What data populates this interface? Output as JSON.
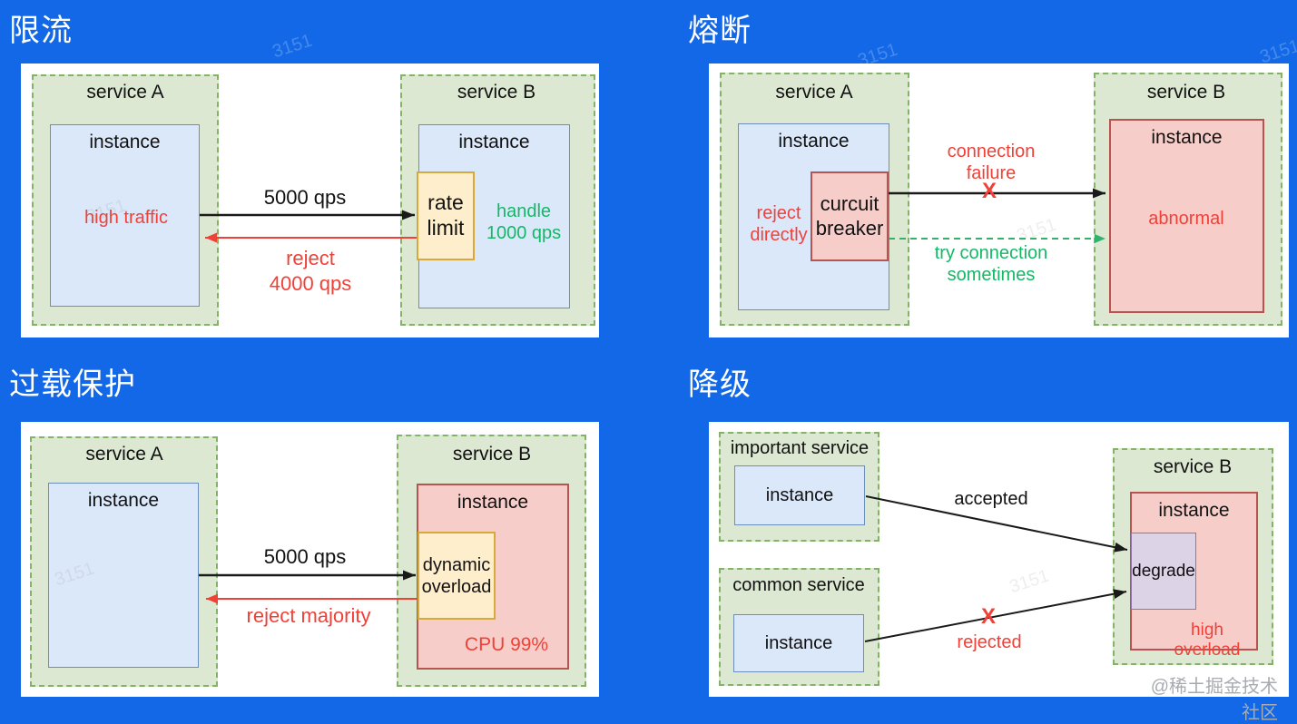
{
  "colors": {
    "background": "#1268e6",
    "container_green_fill": "#dce8d2",
    "container_green_stroke": "#82b366",
    "box_blue_fill": "#dbe8fa",
    "box_blue_stroke": "#6c8ebf",
    "box_pink_fill": "#f7cdca",
    "box_pink_stroke": "#b85450",
    "box_yellow_fill": "#ffeecb",
    "box_yellow_stroke": "#d7a93c",
    "box_purple_fill": "#ddd3e7",
    "box_purple_stroke": "#9673a6",
    "red_accent": "#f04138",
    "green_accent": "#14b866"
  },
  "rate_limiting": {
    "title": "限流",
    "service_a": {
      "label": "service A",
      "instance": "instance",
      "note": "high traffic"
    },
    "service_b": {
      "label": "service B",
      "instance": "instance",
      "gate": "rate\nlimit",
      "note": "handle\n1000 qps"
    },
    "arrow_forward": "5000 qps",
    "arrow_back": "reject\n4000 qps"
  },
  "circuit_breaking": {
    "title": "熔断",
    "service_a": {
      "label": "service A",
      "instance": "instance",
      "note": "reject\ndirectly",
      "breaker": "curcuit\nbreaker"
    },
    "service_b": {
      "label": "service B",
      "instance": "instance",
      "note": "abnormal"
    },
    "arrow_forward": "connection\nfailure",
    "failure_mark": "X",
    "arrow_retry": "try connection\nsometimes"
  },
  "overload_protection": {
    "title": "过载保护",
    "service_a": {
      "label": "service A",
      "instance": "instance"
    },
    "service_b": {
      "label": "service B",
      "instance": "instance",
      "gate": "dynamic\noverload",
      "note": "CPU 99%"
    },
    "arrow_forward": "5000 qps",
    "arrow_back": "reject majority"
  },
  "degradation": {
    "title": "降级",
    "important_service": {
      "label": "important service",
      "instance": "instance"
    },
    "common_service": {
      "label": "common service",
      "instance": "instance"
    },
    "service_b": {
      "label": "service B",
      "instance": "instance",
      "gate": "degrade",
      "note": "high overload"
    },
    "arrow_accepted": "accepted",
    "arrow_rejected": "rejected",
    "failure_mark": "X"
  },
  "watermarks": {
    "fragment": "3151",
    "attribution": "@稀土掘金技术社区"
  }
}
